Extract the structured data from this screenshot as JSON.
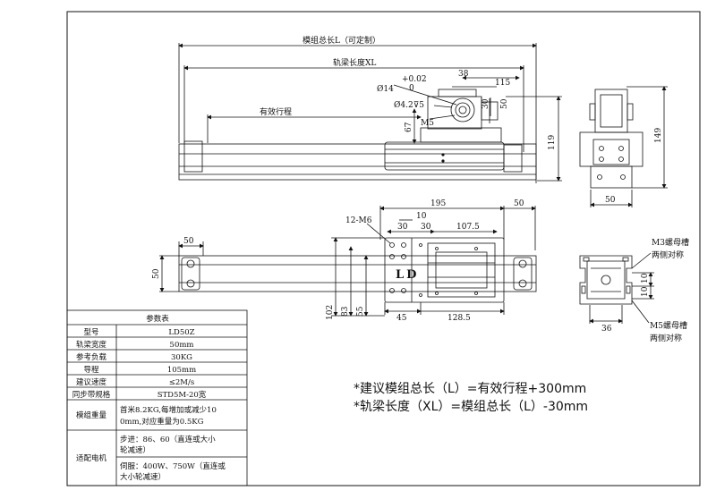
{
  "top_view": {
    "module_length_label": "模组总长L（可定制）",
    "rail_length_label": "轨梁长度XL",
    "stroke_label": "有效行程",
    "dims": {
      "tol": "+0.02",
      "tol0": "0",
      "bore": "Ø14",
      "hole": "Ø4.2⊽5",
      "d38": "38",
      "d115": "115",
      "d30": "30",
      "d50": "50",
      "d67": "67",
      "m5": "M5",
      "d119": "119"
    }
  },
  "end_view": {
    "d149": "149",
    "d50": "50"
  },
  "plan_view": {
    "d195": "195",
    "d50a": "50",
    "m6": "12-M6",
    "d10": "10",
    "d30a": "30",
    "d30b": "30",
    "d107": "107.5",
    "d50left": "50",
    "d50side": "50",
    "d102": "102",
    "d83": "83",
    "d55": "55",
    "d45": "45",
    "d128": "128.5",
    "brand": "LD"
  },
  "profile_view": {
    "m3_label_1": "M3螺母槽",
    "m3_label_2": "两侧对称",
    "m5_label_1": "M5螺母槽",
    "m5_label_2": "两侧对称",
    "d36": "36",
    "d10a": "10",
    "d10b": "10"
  },
  "params": {
    "title": "参数表",
    "rows": [
      {
        "label": "型号",
        "value": "LD50Z"
      },
      {
        "label": "轨梁宽度",
        "value": "50mm"
      },
      {
        "label": "参考负载",
        "value": "30KG"
      },
      {
        "label": "导程",
        "value": "105mm"
      },
      {
        "label": "建议速度",
        "value": "≤2M/s"
      },
      {
        "label": "同步带规格",
        "value": "STD5M-20宽"
      }
    ],
    "weight_label": "模组重量",
    "weight_value_1": "首米8.2KG,每增加或减少10",
    "weight_value_2": "0mm,对应重量为0.5KG",
    "motor_label": "适配电机",
    "stepper_1": "步进：86、60（直连或大小",
    "stepper_2": "轮减速）",
    "servo_1": "伺服：400W、750W（直连或",
    "servo_2": "大小轮减速）"
  },
  "notes": {
    "line1": "*建议模组总长（L）=有效行程+300mm",
    "line2": "*轨梁长度（XL）=模组总长（L）-30mm"
  }
}
